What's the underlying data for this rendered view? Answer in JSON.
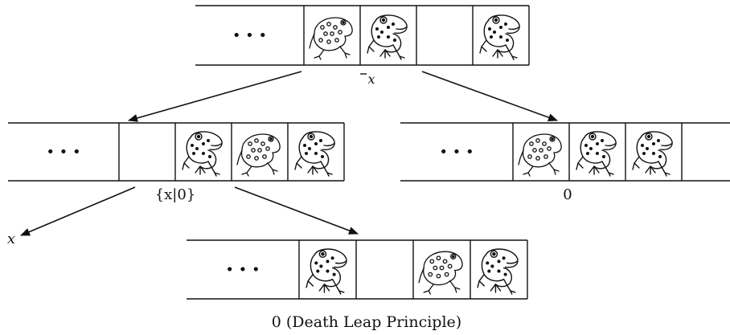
{
  "strips": [
    {
      "id": "top",
      "ellipsis": "• • •",
      "cells": [
        "empty",
        "empty",
        "empty",
        "toad",
        "frog",
        "empty",
        "frog"
      ],
      "label": "x"
    },
    {
      "id": "left",
      "ellipsis": "• • •",
      "cells": [
        "empty",
        "empty",
        "empty",
        "empty",
        "frog",
        "toad",
        "frog"
      ],
      "label": "{x|0}"
    },
    {
      "id": "right",
      "ellipsis": "• • •",
      "cells": [
        "empty",
        "empty",
        "empty",
        "toad",
        "frog",
        "frog",
        "empty"
      ],
      "label": "0"
    },
    {
      "id": "bottom",
      "ellipsis": "• • •",
      "cells": [
        "empty",
        "empty",
        "empty",
        "frog",
        "empty",
        "toad",
        "frog"
      ],
      "label": "0 (Death Leap Principle)"
    }
  ],
  "leaf_label": "x",
  "colors": {
    "ink": "#111111",
    "paper": "#ffffff"
  }
}
